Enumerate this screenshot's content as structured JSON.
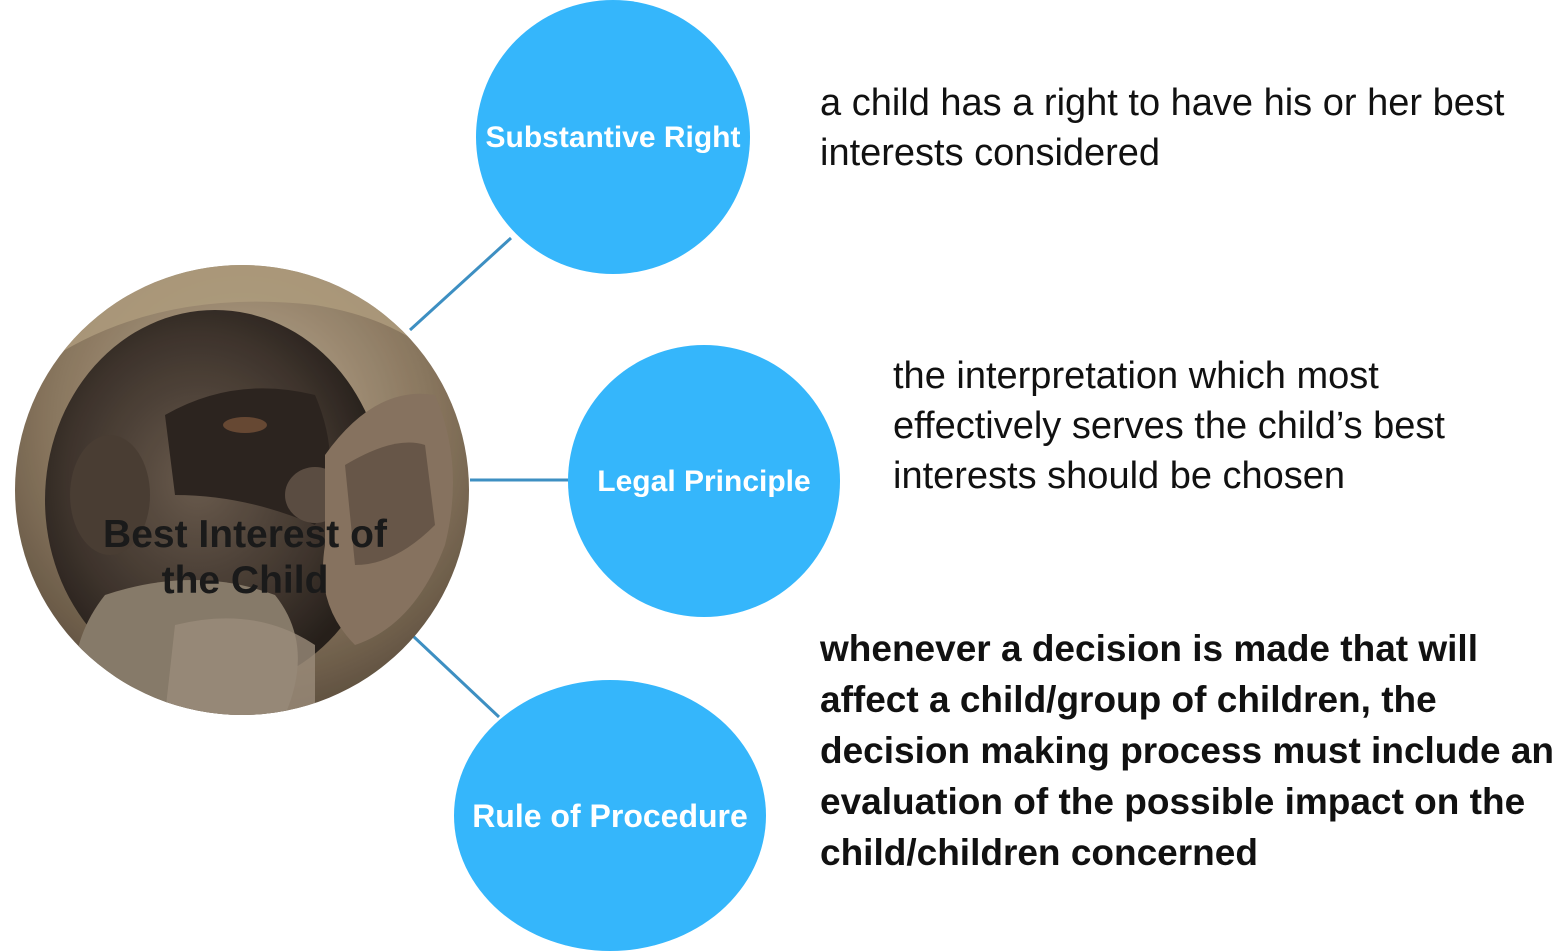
{
  "center": {
    "label": "Best Interest of the Child"
  },
  "nodes": [
    {
      "label": "Substantive Right",
      "description": "a child has a right to have his or her best interests considered"
    },
    {
      "label": "Legal Principle",
      "description": "the interpretation which most effectively serves the child’s best interests should be chosen"
    },
    {
      "label": "Rule of Procedure",
      "description": "whenever a decision is made that will affect a child/group of children, the decision making process must include an evaluation of the possible impact on the child/children concerned"
    }
  ],
  "colors": {
    "node_fill": "#35b6fb",
    "connector": "#3d8fc2",
    "node_text": "#ffffff"
  },
  "images": {
    "center_photo": "photo of a child's face with hand raised to cheek"
  }
}
